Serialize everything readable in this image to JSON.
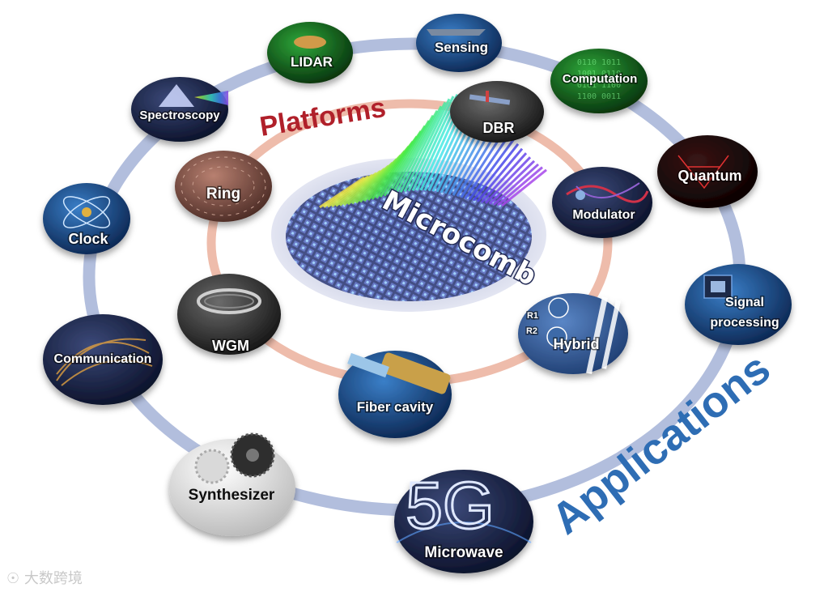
{
  "center": {
    "label": "Microcomb"
  },
  "platforms_title": "Platforms",
  "applications_title": "Applications",
  "platforms": [
    {
      "id": "ring",
      "label": "Ring"
    },
    {
      "id": "dbr",
      "label": "DBR"
    },
    {
      "id": "modulator",
      "label": "Modulator"
    },
    {
      "id": "hybrid",
      "label": "Hybrid"
    },
    {
      "id": "fiber-cavity",
      "label": "Fiber cavity"
    },
    {
      "id": "wgm",
      "label": "WGM"
    }
  ],
  "applications": [
    {
      "id": "lidar",
      "label": "LIDAR"
    },
    {
      "id": "sensing",
      "label": "Sensing"
    },
    {
      "id": "computation",
      "label": "Computation"
    },
    {
      "id": "quantum",
      "label": "Quantum"
    },
    {
      "id": "signal-processing",
      "label_line1": "Signal",
      "label_line2": "processing"
    },
    {
      "id": "microwave",
      "label": "Microwave",
      "badge": "5G"
    },
    {
      "id": "synthesizer",
      "label": "Synthesizer"
    },
    {
      "id": "communication",
      "label": "Communication"
    },
    {
      "id": "clock",
      "label": "Clock"
    },
    {
      "id": "spectroscopy",
      "label": "Spectroscopy"
    }
  ],
  "hybrid_marks": [
    "R1",
    "R2"
  ],
  "watermark": "大数跨境",
  "colors": {
    "platforms_ring": "#eebcab",
    "applications_ring": "#b2bedd",
    "platforms_title": "#b0202a",
    "applications_title": "#2e6db4"
  }
}
